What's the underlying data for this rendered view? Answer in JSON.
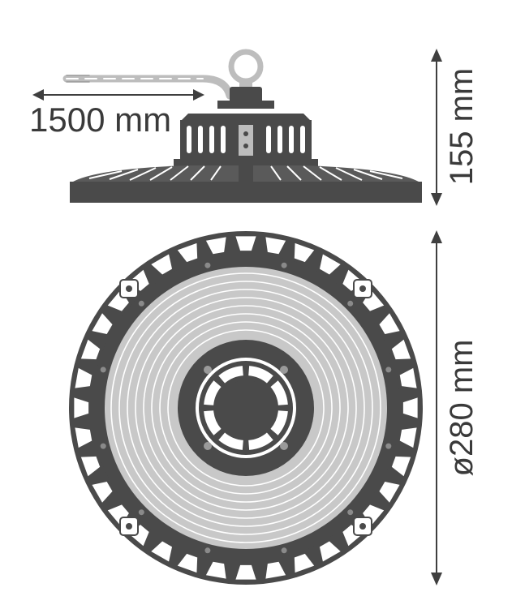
{
  "dimensions": {
    "cable_length": "1500 mm",
    "height": "155 mm",
    "diameter": "ø280 mm"
  },
  "colors": {
    "ink": "#3f3f3f",
    "body": "#4a4a4a",
    "lens": "#c8c8c8",
    "cable": "#bdbdbd",
    "background": "#ffffff"
  }
}
